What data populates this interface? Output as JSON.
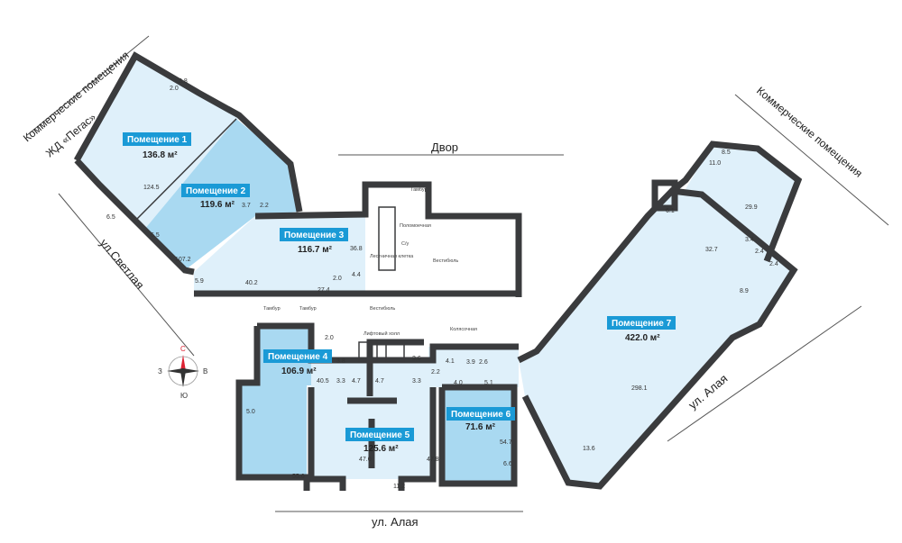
{
  "streets": {
    "top_left": "Коммерческие помещения",
    "top_left_2": "ЖД «Пегас»",
    "top_right": "Коммерческие помещения",
    "yard": "Двор",
    "svetlaya": "ул.Светлая",
    "alaya_right": "ул. Алая",
    "alaya_bottom": "ул. Алая"
  },
  "compass": {
    "n": "С",
    "s": "Ю",
    "w": "З",
    "e": "В"
  },
  "rooms": [
    {
      "name": "Помещение 1",
      "area": "136.8 м²"
    },
    {
      "name": "Помещение 2",
      "area": "119.6 м²"
    },
    {
      "name": "Помещение 3",
      "area": "116.7 м²"
    },
    {
      "name": "Помещение 4",
      "area": "106.9 м²"
    },
    {
      "name": "Помещение 5",
      "area": "125.6 м²"
    },
    {
      "name": "Помещение 6",
      "area": "71.6 м²"
    },
    {
      "name": "Помещение 7",
      "area": "422.0 м²"
    }
  ],
  "common": {
    "tambur": "Тамбур",
    "vestibul": "Вестибюль",
    "kolyasochnaya": "Колясочная",
    "lift_hall": "Лифтовый холл",
    "stair": "Лестничная клетка",
    "su": "С/у",
    "mop": "Поломоечная"
  },
  "sub_areas": [
    "3.8",
    "2.0",
    "124.5",
    "6.5",
    "6.5",
    "107.2",
    "3.7",
    "2.2",
    "36.8",
    "4.4",
    "2.0",
    "40.2",
    "27.4",
    "5.9",
    "2.0",
    "3.8",
    "40.5",
    "3.3",
    "4.7",
    "4.7",
    "3.3",
    "3.6",
    "5.0",
    "55.6",
    "47.0",
    "47.8",
    "11.2",
    "4.1",
    "2.2",
    "4.0",
    "3.9",
    "2.6",
    "5.1",
    "54.7",
    "6.6",
    "8.5",
    "11.0",
    "6.1",
    "29.9",
    "32.7",
    "3.4",
    "2.4",
    "2.4",
    "8.9",
    "298.1",
    "13.6"
  ]
}
